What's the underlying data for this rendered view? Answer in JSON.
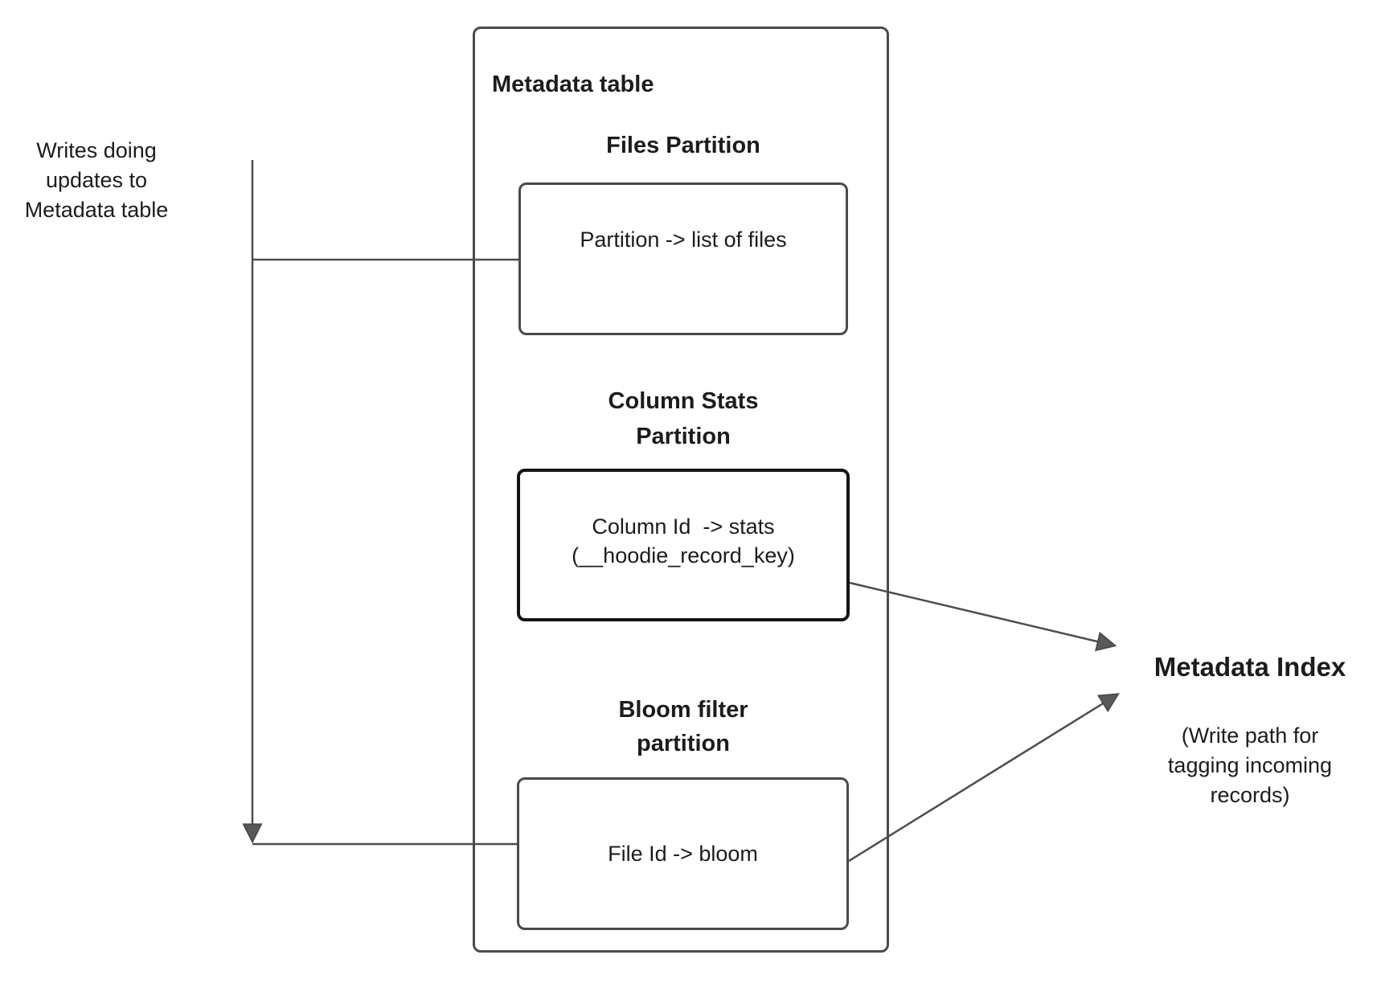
{
  "colors": {
    "background": "#ffffff",
    "box_border": "#4a4a4a",
    "stats_box_border": "#141414",
    "connector_line": "#4d4d4d",
    "arrowhead_fill": "#595959",
    "text": "#1c1c1c"
  },
  "left_note": {
    "line1": "Writes doing",
    "line2": "updates to",
    "line3": "Metadata table"
  },
  "metadata_table": {
    "title": "Metadata table",
    "files_partition": {
      "heading": "Files Partition",
      "body": "Partition -> list of files"
    },
    "column_stats_partition": {
      "heading_line1": "Column Stats",
      "heading_line2": "Partition",
      "body_line1": "Column Id  -> stats",
      "body_line2": "(__hoodie_record_key)"
    },
    "bloom_filter_partition": {
      "heading_line1": "Bloom filter",
      "heading_line2": "partition",
      "body": "File Id -> bloom"
    }
  },
  "metadata_index": {
    "title": "Metadata Index",
    "subtitle_line1": "(Write path for",
    "subtitle_line2": "tagging incoming",
    "subtitle_line3": "records)"
  }
}
